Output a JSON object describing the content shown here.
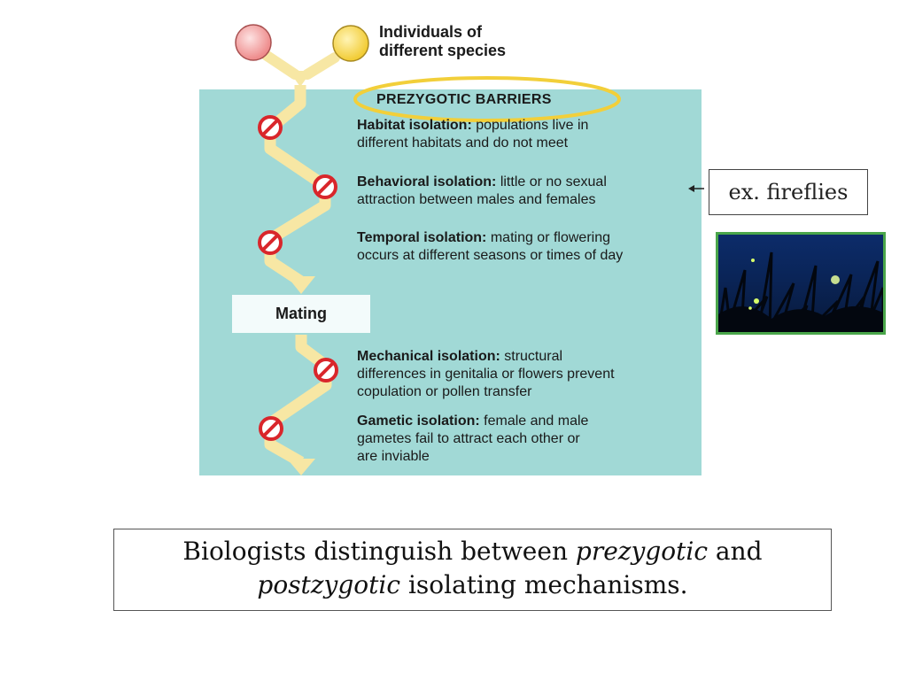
{
  "legend": {
    "individuals_label_line1": "Individuals of",
    "individuals_label_line2": "different species"
  },
  "panel": {
    "title": "PREZYGOTIC BARRIERS"
  },
  "barriers": [
    {
      "name": "Habitat isolation:",
      "desc_line1": " populations live in",
      "desc_line2": "different habitats and do not meet"
    },
    {
      "name": "Behavioral isolation:",
      "desc_line1": " little or no sexual",
      "desc_line2": "attraction between males and females"
    },
    {
      "name": "Temporal isolation:",
      "desc_line1": " mating or flowering",
      "desc_line2": "occurs at different seasons or times of day"
    },
    {
      "name": "Mechanical isolation:",
      "desc_line1": " structural",
      "desc_line2": "differences in genitalia or flowers prevent",
      "desc_line3": "copulation or pollen transfer"
    },
    {
      "name": "Gametic isolation:",
      "desc_line1": " female and male",
      "desc_line2": "gametes fail to attract each other or",
      "desc_line3": "are inviable"
    }
  ],
  "mating_label": "Mating",
  "example_label": "ex. fireflies",
  "caption": {
    "part1": "Biologists distinguish between ",
    "prezygotic": "prezygotic",
    "part2": " and",
    "postzygotic": "postzygotic",
    "part3": " isolating mechanisms."
  },
  "colors": {
    "panel_bg": "#a1d9d6",
    "arrow": "#f7e7a4",
    "stop_sign": "#d9262b",
    "highlight_oval": "#f2cf3a",
    "species_pink": "#f29a9a",
    "species_yellow": "#f5d64a",
    "photo_frame": "#4aa64a"
  }
}
